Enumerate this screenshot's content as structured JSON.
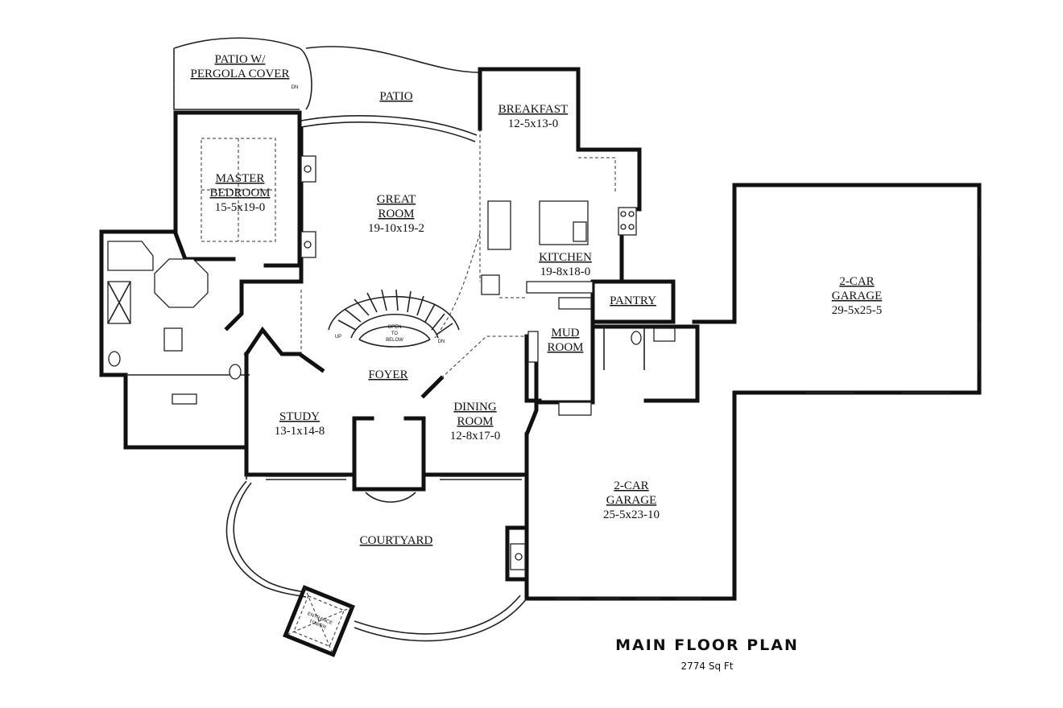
{
  "rooms": {
    "patio_pergola": {
      "line1": "PATIO W/",
      "line2": "PERGOLA COVER"
    },
    "patio": {
      "name": "PATIO"
    },
    "breakfast": {
      "name": "BREAKFAST",
      "dims": "12-5x13-0"
    },
    "master_bedroom": {
      "line1": "MASTER",
      "line2": "BEDROOM",
      "dims": "15-5x19-0"
    },
    "great_room": {
      "line1": "GREAT",
      "line2": "ROOM",
      "dims": "19-10x19-2"
    },
    "kitchen": {
      "name": "KITCHEN",
      "dims": "19-8x18-0"
    },
    "pantry": {
      "name": "PANTRY"
    },
    "garage_large": {
      "line1": "2-CAR",
      "line2": "GARAGE",
      "dims": "29-5x25-5"
    },
    "mud_room": {
      "line1": "MUD",
      "line2": "ROOM"
    },
    "foyer": {
      "name": "FOYER"
    },
    "study": {
      "name": "STUDY",
      "dims": "13-1x14-8"
    },
    "dining_room": {
      "line1": "DINING",
      "line2": "ROOM",
      "dims": "12-8x17-0"
    },
    "garage_small": {
      "line1": "2-CAR",
      "line2": "GARAGE",
      "dims": "25-5x23-10"
    },
    "courtyard": {
      "name": "COURTYARD"
    },
    "entrance_tower": {
      "line1": "ENTRANCE",
      "line2": "TOWER"
    }
  },
  "stair_notes": {
    "open1": "OPEN",
    "open2": "TO",
    "open3": "BELOW",
    "up": "UP",
    "dn": "DN"
  },
  "patio_dn": "DN",
  "plan_title": "MAIN FLOOR PLAN",
  "plan_area": "2774 Sq Ft"
}
